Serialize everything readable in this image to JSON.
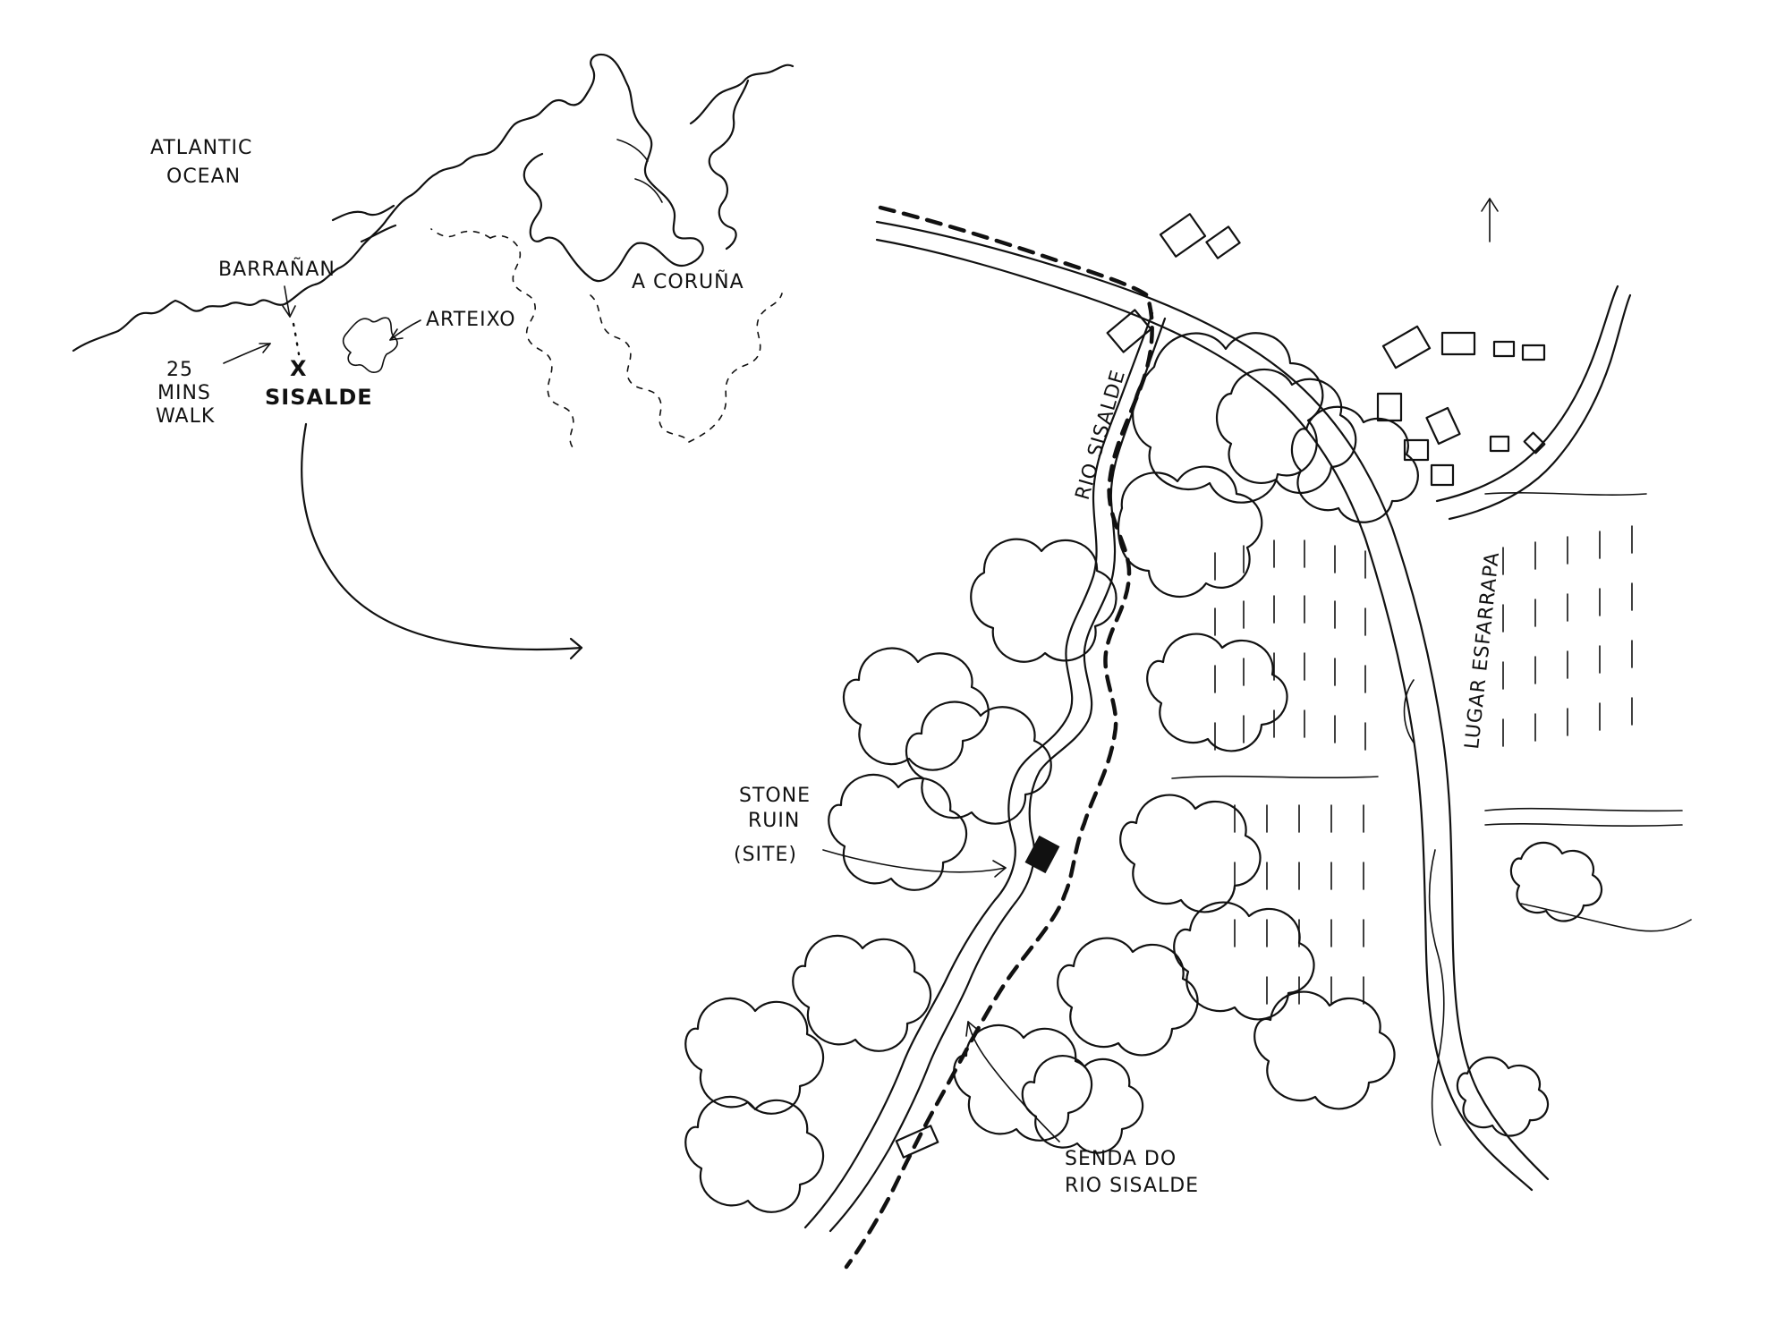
{
  "overview_map": {
    "ocean_label_line1": "ATLANTIC",
    "ocean_label_line2": "OCEAN",
    "town_barranan": "BARRAÑAN",
    "town_arteixo": "ARTEIXO",
    "city_a_coruna": "A CORUÑA",
    "site_marker": "X",
    "site_name": "SISALDE",
    "walk_line1": "25",
    "walk_line2": "MINS",
    "walk_line3": "WALK"
  },
  "detail_map": {
    "river_label": "RIO SISALDE",
    "road_label": "LUGAR ESFARRAPA",
    "ruin_line1": "STONE",
    "ruin_line2": "RUIN",
    "ruin_line3": "(SITE)",
    "trail_line1": "SENDA DO",
    "trail_line2": "RIO SISALDE",
    "north_arrow_icon": "north-arrow-icon"
  },
  "colors": {
    "ink": "#111111",
    "paper": "#ffffff"
  }
}
